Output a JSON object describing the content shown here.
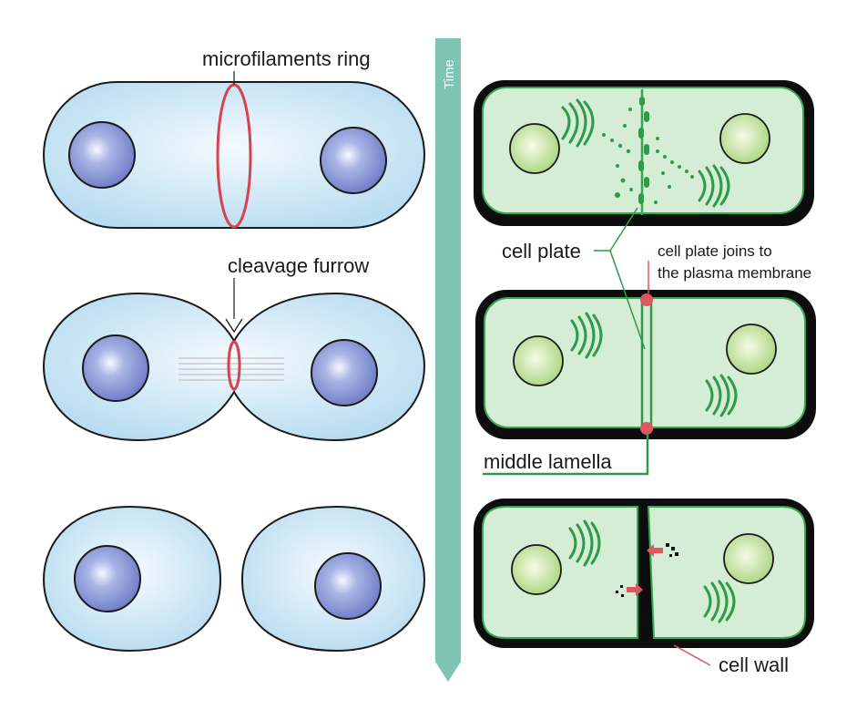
{
  "labels": {
    "microfilaments_ring": "microfilaments ring",
    "cleavage_furrow": "cleavage furrow",
    "time": "Time",
    "cell_plate": "cell plate",
    "cell_plate_joins_line1": "cell plate joins to",
    "cell_plate_joins_line2": "the plasma membrane",
    "middle_lamella": "middle lamella",
    "cell_wall": "cell wall"
  },
  "colors": {
    "animal_cytoplasm": "#c6e3f3",
    "animal_outline": "#1a1a1a",
    "nucleus": "#7f8fd0",
    "contractile_ring": "#d94150",
    "time_arrow": "#7fc4b2",
    "plant_wall": "#0d0d0d",
    "plant_cytoplasm": "#d5ecd5",
    "plant_membrane": "#34a853",
    "plant_nucleus": "#b5dc8c",
    "golgi": "#2e9b48",
    "join_marker": "#e05560",
    "vesicle_arrow": "#e05560"
  }
}
